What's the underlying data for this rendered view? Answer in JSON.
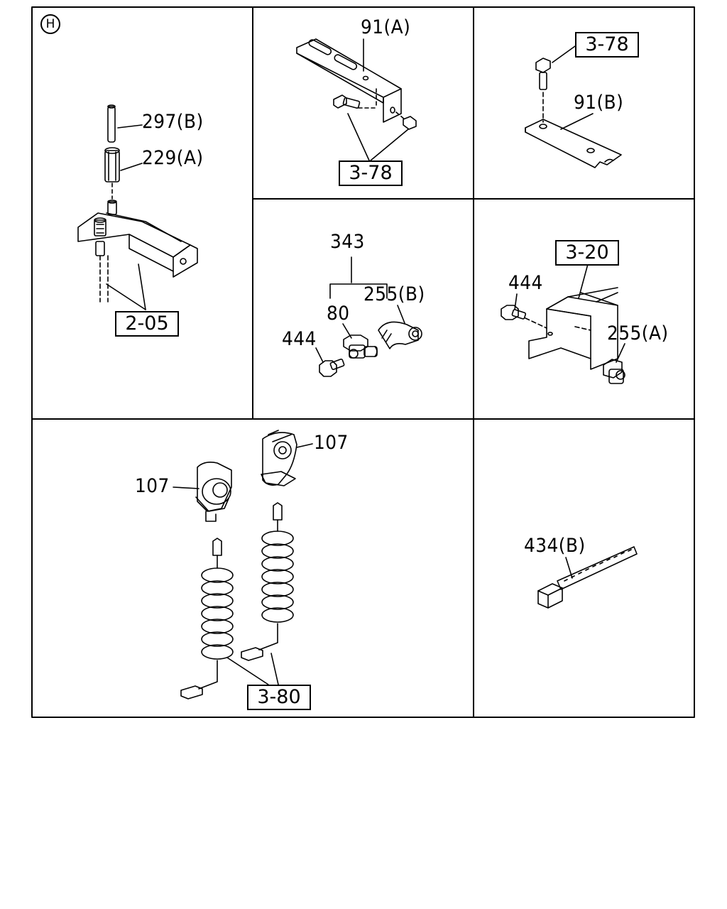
{
  "section_mark": "H",
  "panels": {
    "p1": {
      "labels": [
        "297(B)",
        "229(A)"
      ],
      "ref_box": "2-05"
    },
    "p2": {
      "labels": [
        "91(A)"
      ],
      "ref_box": "3-78"
    },
    "p3": {
      "labels": [
        "91(B)"
      ],
      "ref_box": "3-78"
    },
    "p4": {
      "labels": [
        "343",
        "255(B)",
        "80",
        "444"
      ]
    },
    "p5": {
      "labels": [
        "444",
        "255(A)"
      ],
      "ref_box": "3-20"
    },
    "p6": {
      "labels": [
        "107",
        "107"
      ],
      "ref_box": "3-80"
    },
    "p7": {
      "labels": [
        "434(B)"
      ]
    }
  }
}
